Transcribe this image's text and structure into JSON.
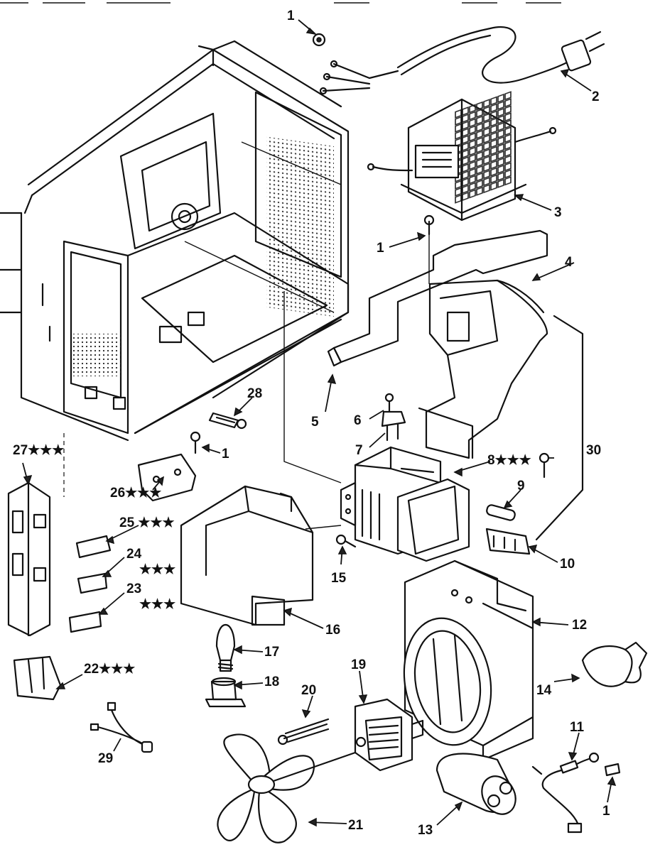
{
  "callouts": [
    {
      "id": "c1a",
      "label": "1"
    },
    {
      "id": "c2",
      "label": "2"
    },
    {
      "id": "c3",
      "label": "3"
    },
    {
      "id": "c1b",
      "label": "1"
    },
    {
      "id": "c4",
      "label": "4"
    },
    {
      "id": "c5",
      "label": "5"
    },
    {
      "id": "c28",
      "label": "28"
    },
    {
      "id": "c1c",
      "label": "1"
    },
    {
      "id": "c6",
      "label": "6"
    },
    {
      "id": "c7",
      "label": "7"
    },
    {
      "id": "c8",
      "label": "8★★★"
    },
    {
      "id": "c30",
      "label": "30"
    },
    {
      "id": "c9",
      "label": "9"
    },
    {
      "id": "c10",
      "label": "10"
    },
    {
      "id": "c27",
      "label": "27★★★"
    },
    {
      "id": "c26",
      "label": "26★★★"
    },
    {
      "id": "c25",
      "label": "25 ★★★"
    },
    {
      "id": "c24",
      "label": "24"
    },
    {
      "id": "c24s",
      "label": "★★★"
    },
    {
      "id": "c23",
      "label": "23"
    },
    {
      "id": "c23s",
      "label": "★★★"
    },
    {
      "id": "c15",
      "label": "15"
    },
    {
      "id": "c16",
      "label": "16"
    },
    {
      "id": "c12",
      "label": "12"
    },
    {
      "id": "c17",
      "label": "17"
    },
    {
      "id": "c22",
      "label": "22★★★"
    },
    {
      "id": "c18",
      "label": "18"
    },
    {
      "id": "c19",
      "label": "19"
    },
    {
      "id": "c20",
      "label": "20"
    },
    {
      "id": "c14",
      "label": "14"
    },
    {
      "id": "c11",
      "label": "11"
    },
    {
      "id": "c29",
      "label": "29"
    },
    {
      "id": "c1d",
      "label": "1"
    },
    {
      "id": "c21",
      "label": "21"
    },
    {
      "id": "c13",
      "label": "13"
    }
  ]
}
